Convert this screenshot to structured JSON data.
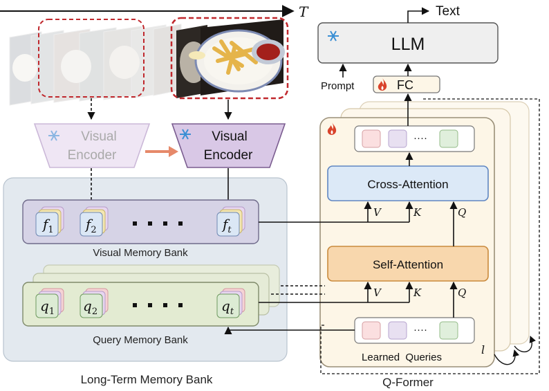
{
  "axis": {
    "time_label": "T"
  },
  "output": {
    "text_label": "Text"
  },
  "llm": {
    "label": "LLM"
  },
  "prompt": {
    "label": "Prompt"
  },
  "fc": {
    "label": "FC"
  },
  "encoders": {
    "frozen_line1": "Visual",
    "frozen_line2": "Encoder",
    "active_line1": "Visual",
    "active_line2": "Encoder"
  },
  "qformer": {
    "cross_attention": "Cross-Attention",
    "self_attention": "Self-Attention",
    "learned_queries": "Learned  Queries",
    "layer_symbol": "l",
    "caption": "Q-Former",
    "cross_v": "V",
    "cross_k": "K",
    "cross_q": "Q",
    "self_v": "V",
    "self_k": "K",
    "self_q": "Q",
    "token_dots": "····"
  },
  "memory": {
    "visual_bank": "Visual Memory Bank",
    "query_bank": "Query Memory Bank",
    "long_term": "Long-Term Memory Bank",
    "f1": "f",
    "f1_sub": "1",
    "f2": "f",
    "f2_sub": "2",
    "ft": "f",
    "ft_sub": "t",
    "q1": "q",
    "q1_sub": "1",
    "q2": "q",
    "q2_sub": "2",
    "qt": "q",
    "qt_sub": "t"
  },
  "icons": [
    "snowflake-icon",
    "flame-icon"
  ],
  "colors": {
    "frozen_encoder": "#efe6f4",
    "active_encoder": "#d9c8e6",
    "cross_attention": "#dce9f7",
    "self_attention": "#f8d7ad",
    "qformer_bg": "#fdf6e7",
    "memory_bg": "#e3e9ef",
    "visual_bank": "#d6d3e6",
    "query_bank": "#e3ebd2",
    "highlight_dash": "#c0282d",
    "flame": "#d9432b",
    "snowflake": "#3a8fd4"
  }
}
